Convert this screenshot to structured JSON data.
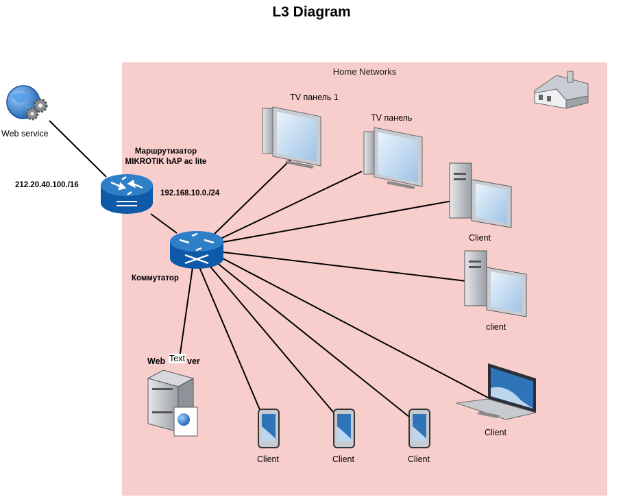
{
  "title": "L3 Diagram",
  "zone": {
    "label": "Home Networks"
  },
  "router": {
    "name_line1": "Маршрутизатор",
    "name_line2": "MIKROTIK hAP ac lite",
    "wan_ip": "212.20.40.100./16",
    "lan_net": "192.168.10.0./24"
  },
  "switch": {
    "name": "Коммутатор"
  },
  "web_service": {
    "label": "Web service"
  },
  "web_server": {
    "label_left": "Web",
    "label_right": "ver",
    "edge_text": "Text"
  },
  "devices": {
    "tv1": "TV панель 1",
    "tv2": "TV панель",
    "client_desktop_1": "Client",
    "client_desktop_2": "client",
    "laptop": "Client",
    "phone_1": "Client",
    "phone_2": "Client",
    "phone_3": "Client"
  },
  "colors": {
    "zone_fill": "#f8cecc",
    "device_blue": "#1f6fb2",
    "device_gray": "#b9bcc2"
  }
}
